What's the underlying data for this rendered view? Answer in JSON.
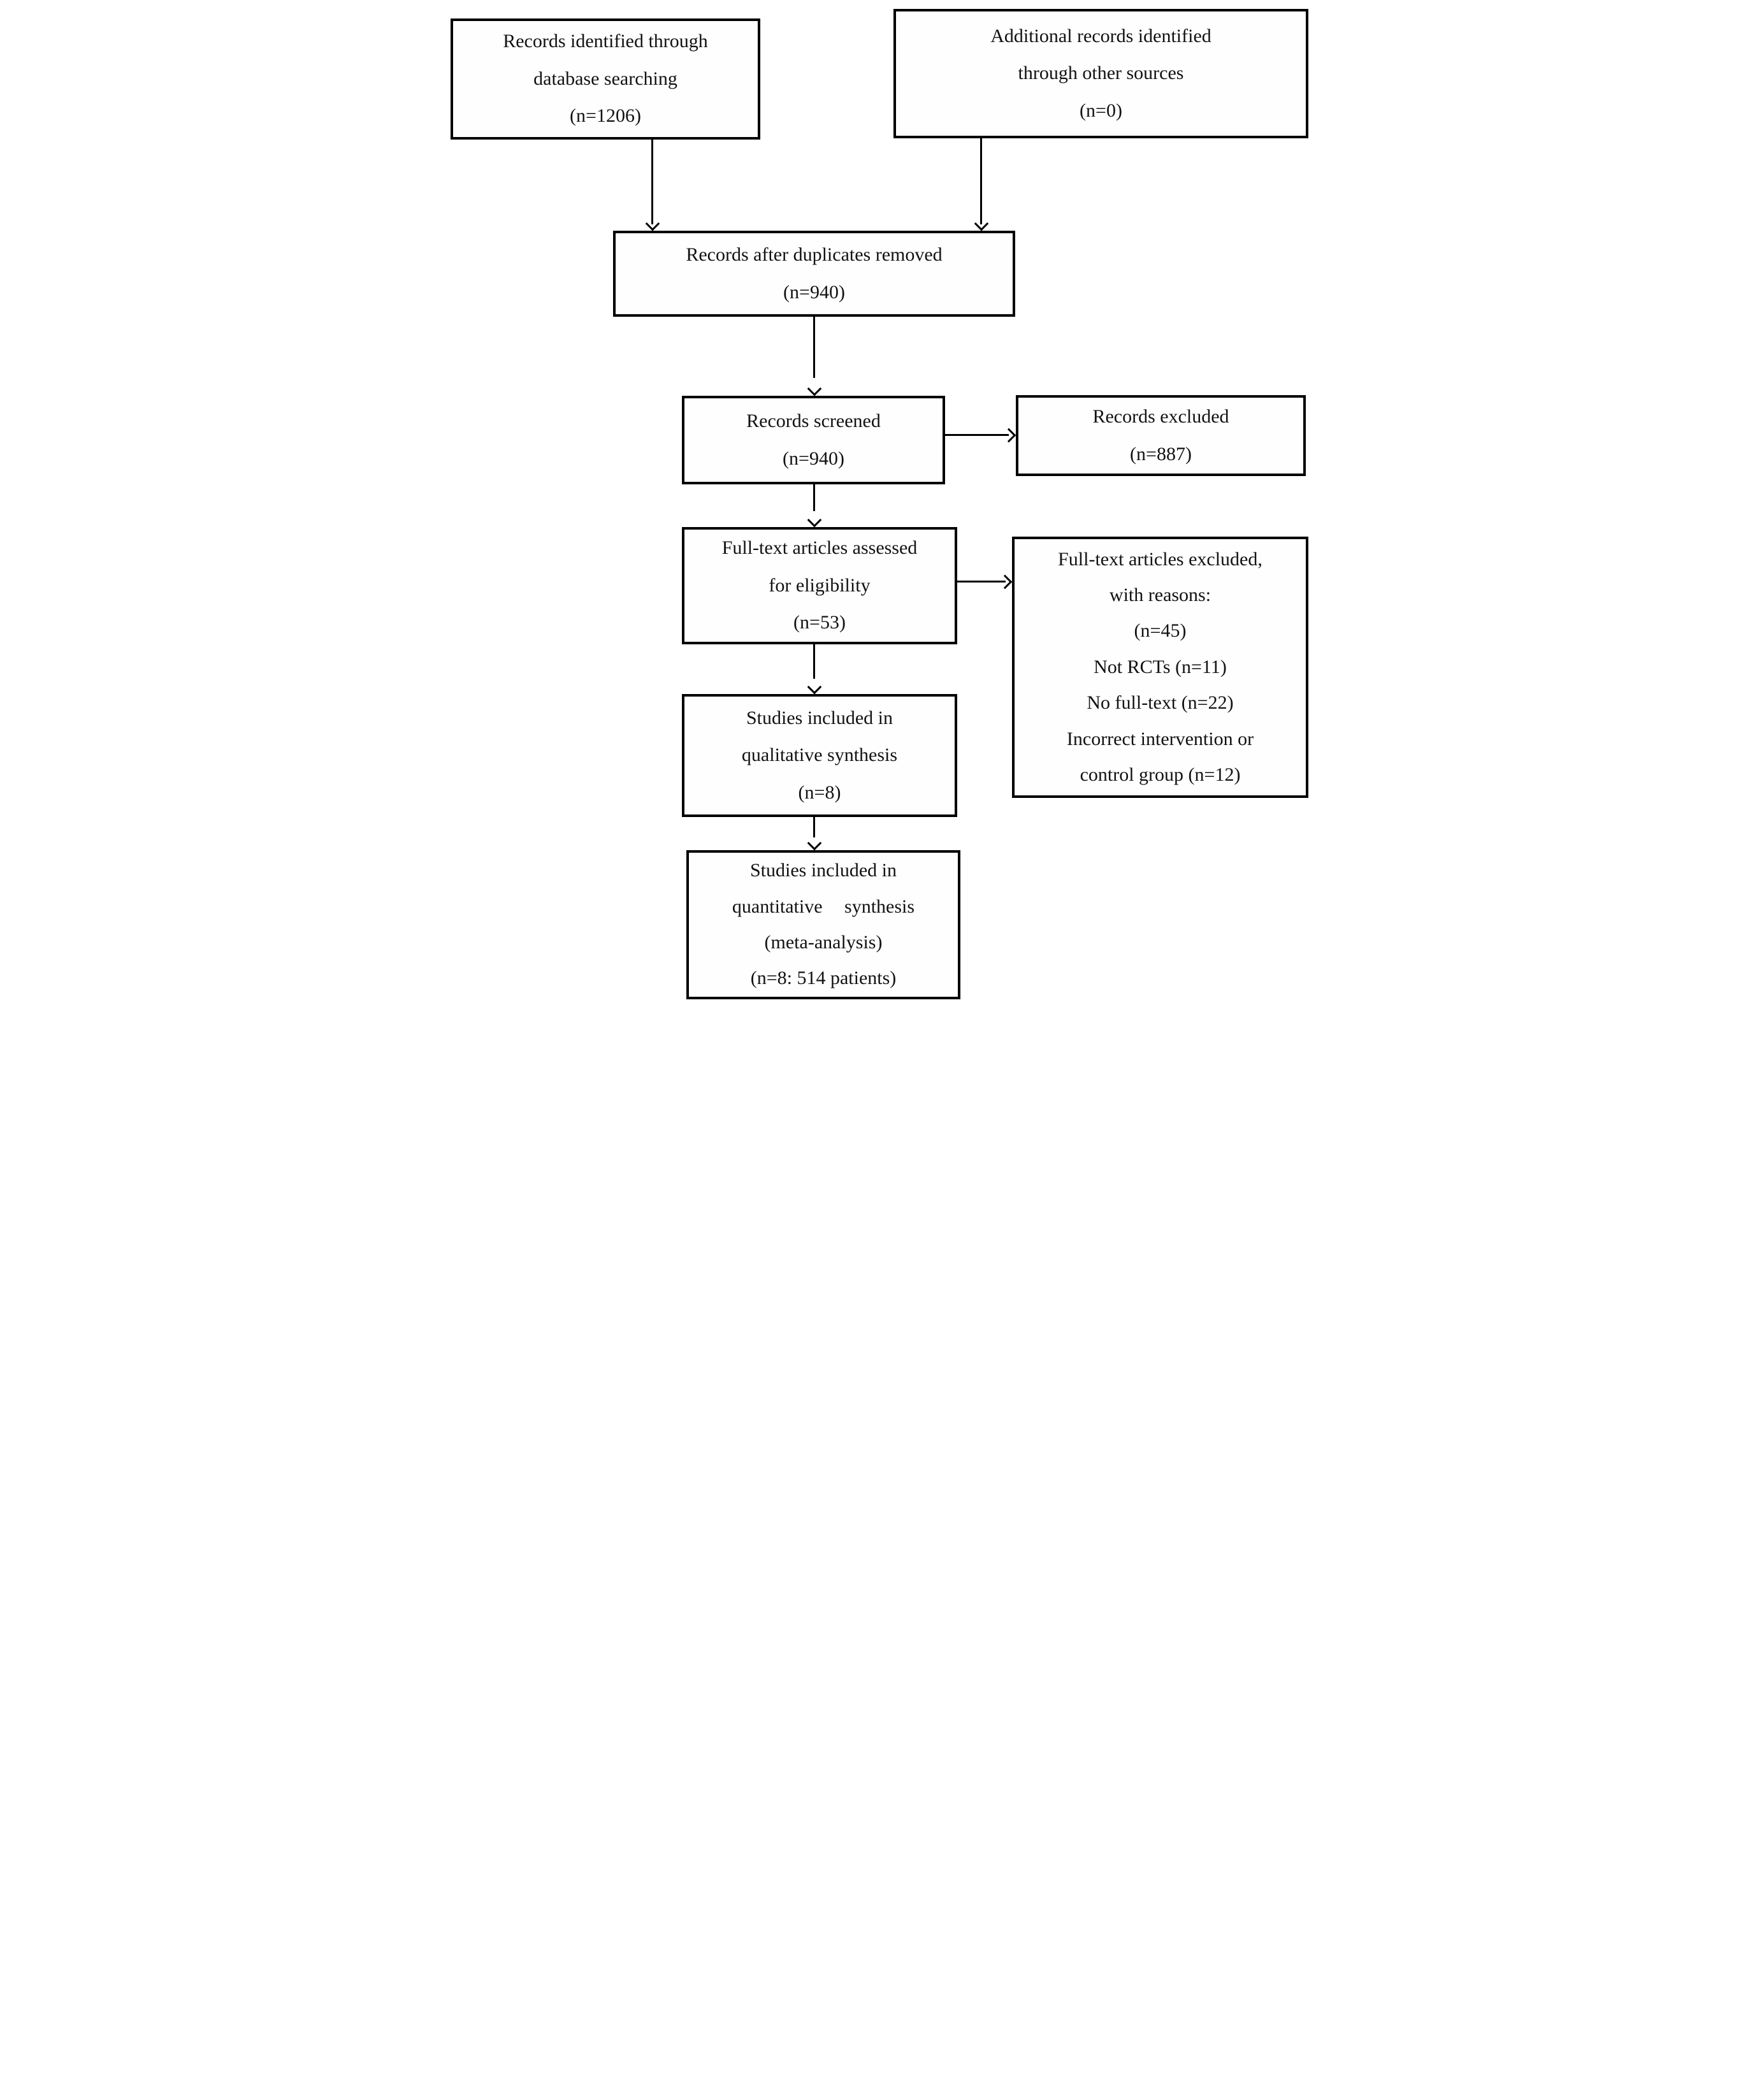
{
  "diagram_type": "study-selection-flowchart",
  "colors": {
    "border": "#000000",
    "background": "#ffffff",
    "text": "#121212"
  },
  "boxes": {
    "records_identified": {
      "lines": [
        "Records identified through",
        "database searching",
        "(n=1206)"
      ]
    },
    "additional_records": {
      "lines": [
        "Additional records identified",
        "through other sources",
        "(n=0)"
      ]
    },
    "after_duplicates": {
      "lines": [
        "Records after duplicates removed",
        "(n=940)"
      ]
    },
    "records_screened": {
      "lines": [
        "Records screened",
        "(n=940)"
      ]
    },
    "records_excluded": {
      "lines": [
        "Records excluded",
        "(n=887)"
      ]
    },
    "fulltext_assessed": {
      "lines": [
        "Full-text articles assessed",
        "for eligibility",
        "(n=53)"
      ]
    },
    "fulltext_excluded": {
      "lines": [
        "Full-text articles excluded,",
        "with reasons:",
        "(n=45)",
        "Not RCTs (n=11)",
        "No full-text (n=22)",
        "Incorrect intervention or",
        "control group (n=12)"
      ]
    },
    "qualitative": {
      "lines": [
        "Studies included in",
        "qualitative synthesis",
        "(n=8)"
      ]
    },
    "quantitative": {
      "lines": [
        "Studies included in",
        "quantitative synthesis",
        "(meta-analysis)",
        "(n=8: 514 patients)"
      ]
    }
  }
}
